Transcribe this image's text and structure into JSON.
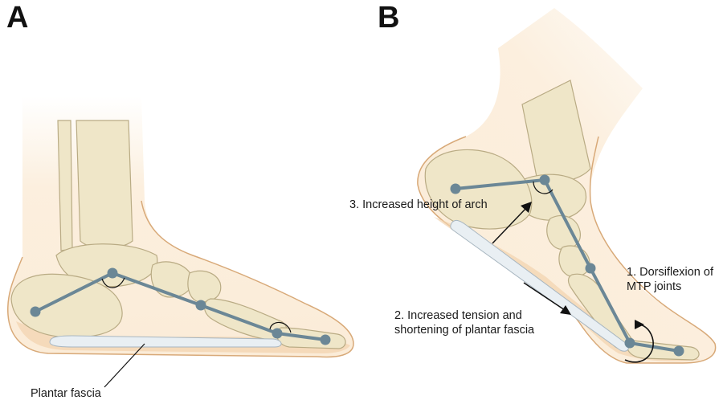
{
  "panels": {
    "a": {
      "letter": "A",
      "plantar_fascia_label": "Plantar fascia"
    },
    "b": {
      "letter": "B",
      "step1_line1": "1. Dorsiflexion of",
      "step1_line2": "MTP joints",
      "step2_line1": "2. Increased tension and",
      "step2_line2": "shortening of plantar fascia",
      "step3": "3. Increased height of arch"
    }
  },
  "colors": {
    "skin_light": "#fbecd8",
    "skin_mid": "#f2d3ae",
    "skin_outline": "#d8a978",
    "bone_fill": "#efe6c8",
    "bone_shadow": "#d9ceaa",
    "bone_outline": "#b9ab84",
    "linkage": "#6b8796",
    "fascia": "#e9eff3",
    "fascia_outline": "#a8b6c0",
    "text": "#1a1a1a"
  }
}
